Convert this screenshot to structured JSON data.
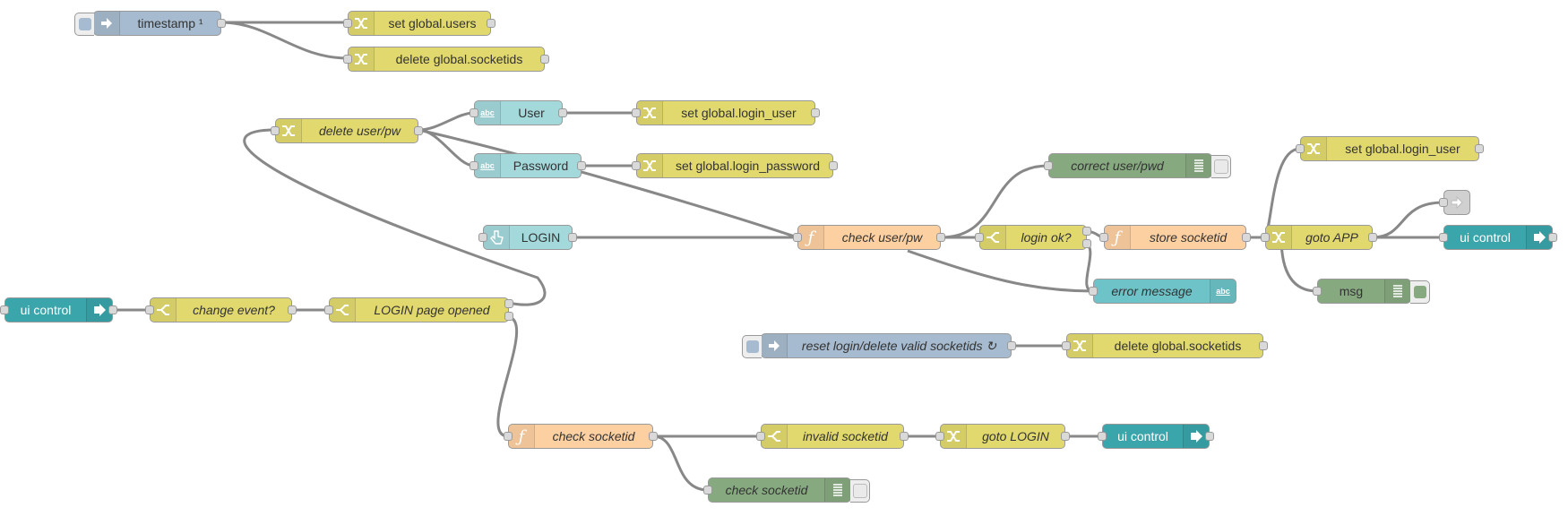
{
  "colors": {
    "change": "#e2d96e",
    "switch": "#e2d96e",
    "inject": "#a6bbcf",
    "text_input": "#a4d9dc",
    "function": "#fdd0a2",
    "debug": "#87a980",
    "ui_control": "#3aa5ab",
    "ui_text": "#6dc3c8",
    "wire": "#888888"
  },
  "nodes": {
    "timestamp": {
      "label": "timestamp ¹",
      "icon": "inject-arrow-icon"
    },
    "set_global_users": {
      "label": "set global.users",
      "icon": "change-shuffle-icon"
    },
    "delete_global_socketids_1": {
      "label": "delete global.socketids",
      "icon": "change-shuffle-icon"
    },
    "delete_user_pw": {
      "label": "delete user/pw",
      "icon": "change-shuffle-icon"
    },
    "user_field": {
      "label": "User",
      "icon": "text-abc-icon"
    },
    "password_field": {
      "label": "Password",
      "icon": "text-abc-icon"
    },
    "set_global_login_user_1": {
      "label": "set global.login_user",
      "icon": "change-shuffle-icon"
    },
    "set_global_login_password": {
      "label": "set global.login_password",
      "icon": "change-shuffle-icon"
    },
    "correct_user_pwd": {
      "label": "correct user/pwd",
      "icon": "debug-list-icon"
    },
    "login_button": {
      "label": "LOGIN",
      "icon": "pointer-hand-icon"
    },
    "check_user_pw": {
      "label": "check user/pw",
      "icon": "function-icon"
    },
    "login_ok": {
      "label": "login ok?",
      "icon": "switch-fork-icon"
    },
    "store_socketid": {
      "label": "store socketid",
      "icon": "function-icon"
    },
    "goto_app": {
      "label": "goto APP",
      "icon": "change-shuffle-icon"
    },
    "set_global_login_user_2": {
      "label": "set global.login_user",
      "icon": "change-shuffle-icon"
    },
    "ui_control_app": {
      "label": "ui control",
      "icon": "ui-arrow-icon"
    },
    "msg_debug": {
      "label": "msg",
      "icon": "debug-list-icon"
    },
    "error_message": {
      "label": "error message",
      "icon": "text-abc-icon"
    },
    "ui_control_start": {
      "label": "ui control",
      "icon": "ui-arrow-icon"
    },
    "change_event": {
      "label": "change event?",
      "icon": "switch-fork-icon"
    },
    "login_page_opened": {
      "label": "LOGIN page opened",
      "icon": "switch-fork-icon"
    },
    "reset_login": {
      "label": "reset login/delete valid socketids ↻",
      "icon": "inject-arrow-icon"
    },
    "delete_global_socketids_2": {
      "label": "delete global.socketids",
      "icon": "change-shuffle-icon"
    },
    "check_socketid": {
      "label": "check socketid",
      "icon": "function-icon"
    },
    "invalid_socketid": {
      "label": "invalid socketid",
      "icon": "switch-fork-icon"
    },
    "goto_login": {
      "label": "goto LOGIN",
      "icon": "change-shuffle-icon"
    },
    "ui_control_login": {
      "label": "ui control",
      "icon": "ui-arrow-icon"
    },
    "check_socketid_debug": {
      "label": "check socketid",
      "icon": "debug-list-icon"
    },
    "link_out": {
      "label": "",
      "icon": "link-out-icon"
    }
  },
  "icon_labels": {
    "abc": "abc"
  }
}
